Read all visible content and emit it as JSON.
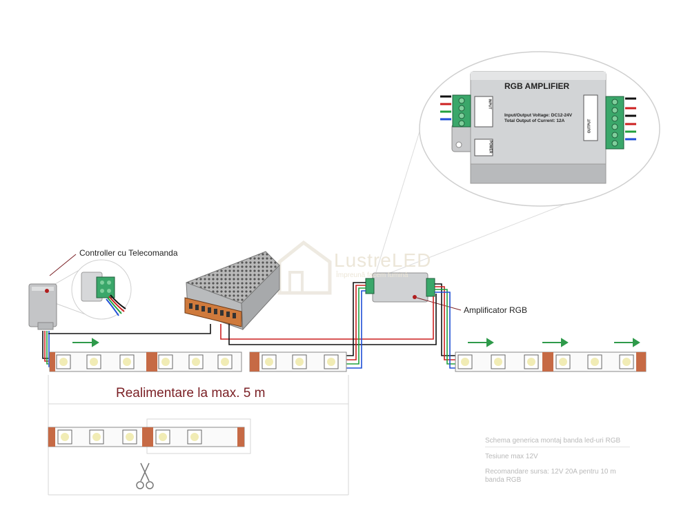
{
  "labels": {
    "controller": "Controller cu Telecomanda",
    "amplifier": "Amplificator RGB",
    "realimentare": "Realimentare la max. 5 m"
  },
  "amplifier_detail": {
    "title": "RGB AMPLIFIER",
    "voltage": "Input/Output Voltage:  DC12-24V",
    "current": "Total Output of Current:  12A",
    "input_label": "INPUT",
    "output_label": "OUTPUT",
    "power_label": "POWER"
  },
  "watermark": {
    "brand": "LustreLED",
    "tagline": "Împreună facem lumină"
  },
  "notes": {
    "title": "Schema generica montaj banda led-uri RGB",
    "line1": "Tesiune max 12V",
    "line2": "Recomandare sursa: 12V 20A pentru 10 m banda RGB"
  },
  "colors": {
    "wire_black": "#111111",
    "wire_red": "#cc1f1f",
    "wire_green": "#21a03c",
    "wire_blue": "#1f4fd6",
    "arrow_green": "#2e9a4a",
    "label_red": "#7a1f24",
    "pad_copper": "#c66a45"
  }
}
